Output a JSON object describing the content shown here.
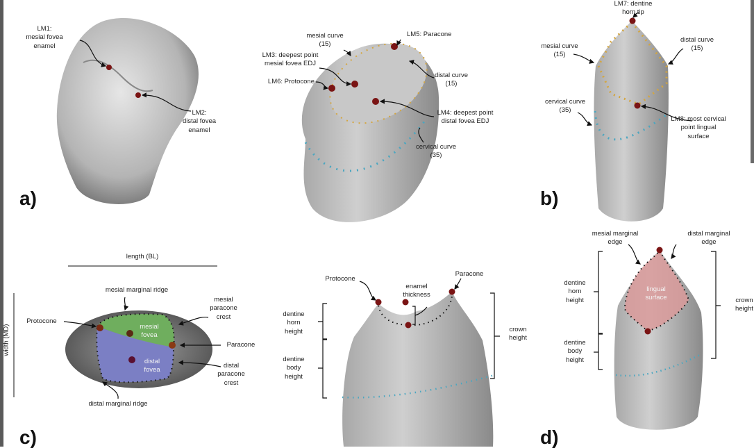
{
  "panels": {
    "a": "a)",
    "b": "b)",
    "c": "c)",
    "d": "d)"
  },
  "panel_a": {
    "lm1": "LM1:\nmesial fovea\nenamel",
    "lm2": "LM2:\ndistal fovea\nenamel"
  },
  "panel_b_occlusal": {
    "mesial_curve": "mesial curve\n(15)",
    "lm5": "LM5: Paracone",
    "lm3": "LM3: deepest point\nmesial fovea EDJ",
    "lm6": "LM6: Protocone",
    "distal_curve": "distal curve\n(15)",
    "lm4": "LM4: deepest point\ndistal fovea EDJ",
    "cervical_curve": "cervical curve\n(35)"
  },
  "panel_b_lingual": {
    "lm7": "LM7: dentine\nhorn tip",
    "mesial_curve": "mesial curve\n(15)",
    "distal_curve": "distal curve\n(15)",
    "cervical_curve": "cervical curve\n(35)",
    "lm8": "LM8: most cervical\npoint lingual\nsurface"
  },
  "panel_c": {
    "length": "length (BL)",
    "width": "width (MD)",
    "mesial_marginal_ridge": "mesial marginal ridge",
    "mesial_paracone_crest": "mesial\nparacone\ncrest",
    "protocone": "Protocone",
    "paracone": "Paracone",
    "mesial_fovea": "mesial\nfovea",
    "distal_fovea": "distal\nfovea",
    "distal_paracone_crest": "distal\nparacone\ncrest",
    "distal_marginal_ridge": "distal marginal ridge"
  },
  "panel_c_side": {
    "protocone": "Protocone",
    "enamel_thickness": "enamel\nthickness",
    "paracone": "Paracone",
    "dentine_horn_height": "dentine\nhorn\nheight",
    "dentine_body_height": "dentine\nbody\nheight",
    "crown_height": "crown\nheight"
  },
  "panel_d": {
    "mesial_marginal_edge": "mesial marginal\nedge",
    "distal_marginal_edge": "distal marginal\nedge",
    "dentine_horn_height": "dentine\nhorn\nheight",
    "lingual_surface": "lingual\nsurface",
    "crown_height": "crown\nheight",
    "dentine_body_height": "dentine\nbody\nheight"
  },
  "colors": {
    "landmark": "#7a1414",
    "semilandmark_yellow": "#d4a640",
    "semilandmark_blue": "#4aa6c0",
    "mesial_fovea": "#6fae5e",
    "distal_fovea": "#7b7fc4",
    "lingual_surface": "#d99a9a"
  }
}
